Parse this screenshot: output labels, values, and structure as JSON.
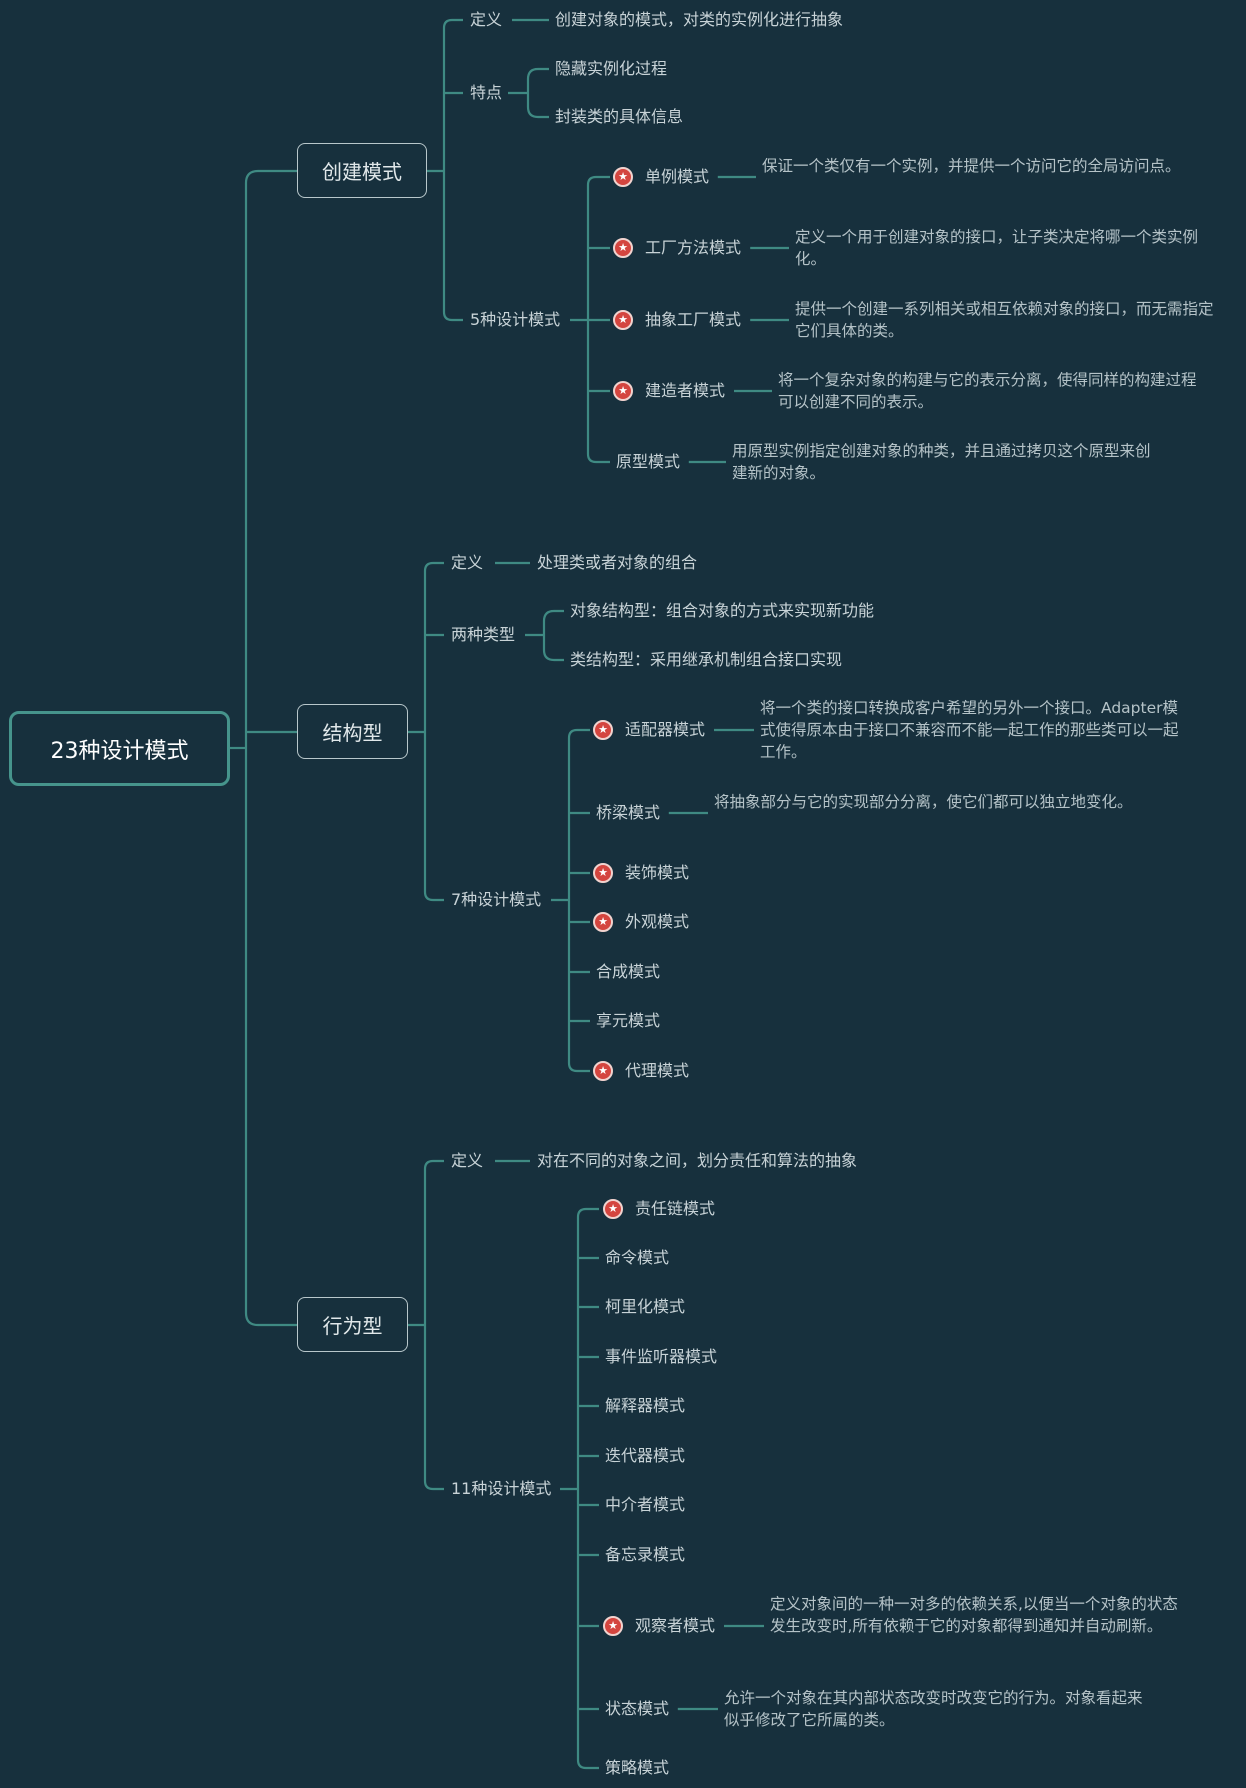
{
  "root": "23种设计模式",
  "creational": {
    "title": "创建模式",
    "def_label": "定义",
    "def_text": "创建对象的模式，对类的实例化进行抽象",
    "feature_label": "特点",
    "features": [
      "隐藏实例化过程",
      "封装类的具体信息"
    ],
    "patterns_label": "5种设计模式",
    "patterns": [
      {
        "name": "单例模式",
        "desc": "保证一个类仅有一个实例，并提供一个访问它的全局访问点。",
        "star": true
      },
      {
        "name": "工厂方法模式",
        "desc": "定义一个用于创建对象的接口，让子类决定将哪一个类实例化。",
        "star": true
      },
      {
        "name": "抽象工厂模式",
        "desc": "提供一个创建一系列相关或相互依赖对象的接口，而无需指定它们具体的类。",
        "star": true
      },
      {
        "name": "建造者模式",
        "desc": "将一个复杂对象的构建与它的表示分离，使得同样的构建过程可以创建不同的表示。",
        "star": true
      },
      {
        "name": "原型模式",
        "desc": "用原型实例指定创建对象的种类，并且通过拷贝这个原型来创建新的对象。",
        "star": false
      }
    ]
  },
  "structural": {
    "title": "结构型",
    "def_label": "定义",
    "def_text": "处理类或者对象的组合",
    "types_label": "两种类型",
    "types": [
      "对象结构型：组合对象的方式来实现新功能",
      "类结构型：采用继承机制组合接口实现"
    ],
    "patterns_label": "7种设计模式",
    "patterns": [
      {
        "name": "适配器模式",
        "desc": "将一个类的接口转换成客户希望的另外一个接口。Adapter模式使得原本由于接口不兼容而不能一起工作的那些类可以一起工作。",
        "star": true
      },
      {
        "name": "桥梁模式",
        "desc": "将抽象部分与它的实现部分分离，使它们都可以独立地变化。",
        "star": false
      },
      {
        "name": "装饰模式",
        "desc": "",
        "star": true
      },
      {
        "name": "外观模式",
        "desc": "",
        "star": true
      },
      {
        "name": "合成模式",
        "desc": "",
        "star": false
      },
      {
        "name": "享元模式",
        "desc": "",
        "star": false
      },
      {
        "name": "代理模式",
        "desc": "",
        "star": true
      }
    ]
  },
  "behavioral": {
    "title": "行为型",
    "def_label": "定义",
    "def_text": "对在不同的对象之间，划分责任和算法的抽象",
    "patterns_label": "11种设计模式",
    "patterns": [
      {
        "name": "责任链模式",
        "desc": "",
        "star": true
      },
      {
        "name": "命令模式",
        "desc": "",
        "star": false
      },
      {
        "name": "柯里化模式",
        "desc": "",
        "star": false
      },
      {
        "name": "事件监听器模式",
        "desc": "",
        "star": false
      },
      {
        "name": "解释器模式",
        "desc": "",
        "star": false
      },
      {
        "name": "迭代器模式",
        "desc": "",
        "star": false
      },
      {
        "name": "中介者模式",
        "desc": "",
        "star": false
      },
      {
        "name": "备忘录模式",
        "desc": "",
        "star": false
      },
      {
        "name": "观察者模式",
        "desc": "定义对象间的一种一对多的依赖关系,以便当一个对象的状态发生改变时,所有依赖于它的对象都得到通知并自动刷新。",
        "star": true
      },
      {
        "name": "状态模式",
        "desc": "允许一个对象在其内部状态改变时改变它的行为。对象看起来似乎修改了它所属的类。",
        "star": false
      },
      {
        "name": "策略模式",
        "desc": "",
        "star": false
      }
    ]
  },
  "colors": {
    "background": "#17303d",
    "connector": "#3f8a83",
    "star": "#d4453f"
  }
}
